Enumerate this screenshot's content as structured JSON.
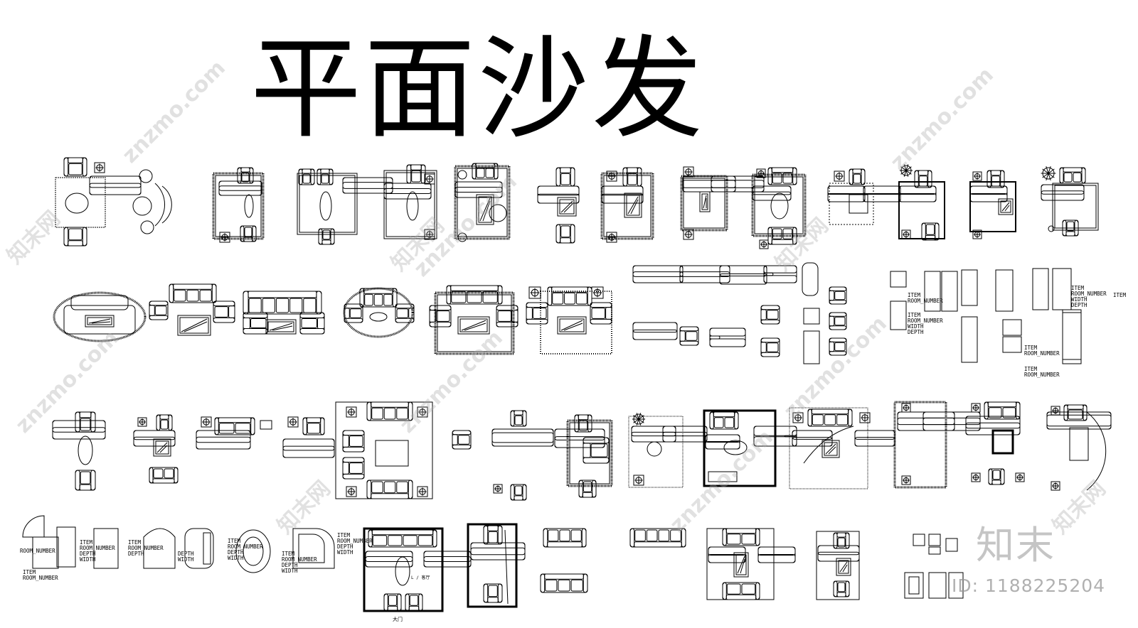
{
  "title": "平面沙发",
  "labels": {
    "room_number": "ROOM_NUMBER",
    "item": "ITEM",
    "depth": "DEPTH",
    "width": "WIDTH",
    "small_text": "L / 客厅",
    "door_text": "大门"
  },
  "watermark": {
    "site": "znzmo.com",
    "brand_cn": "知末网"
  },
  "logo": {
    "text": "知末",
    "id_text": "ID: 1188225204"
  },
  "colors": {
    "ink": "#000000",
    "watermark": "#aaaaaa",
    "background": "#ffffff"
  }
}
